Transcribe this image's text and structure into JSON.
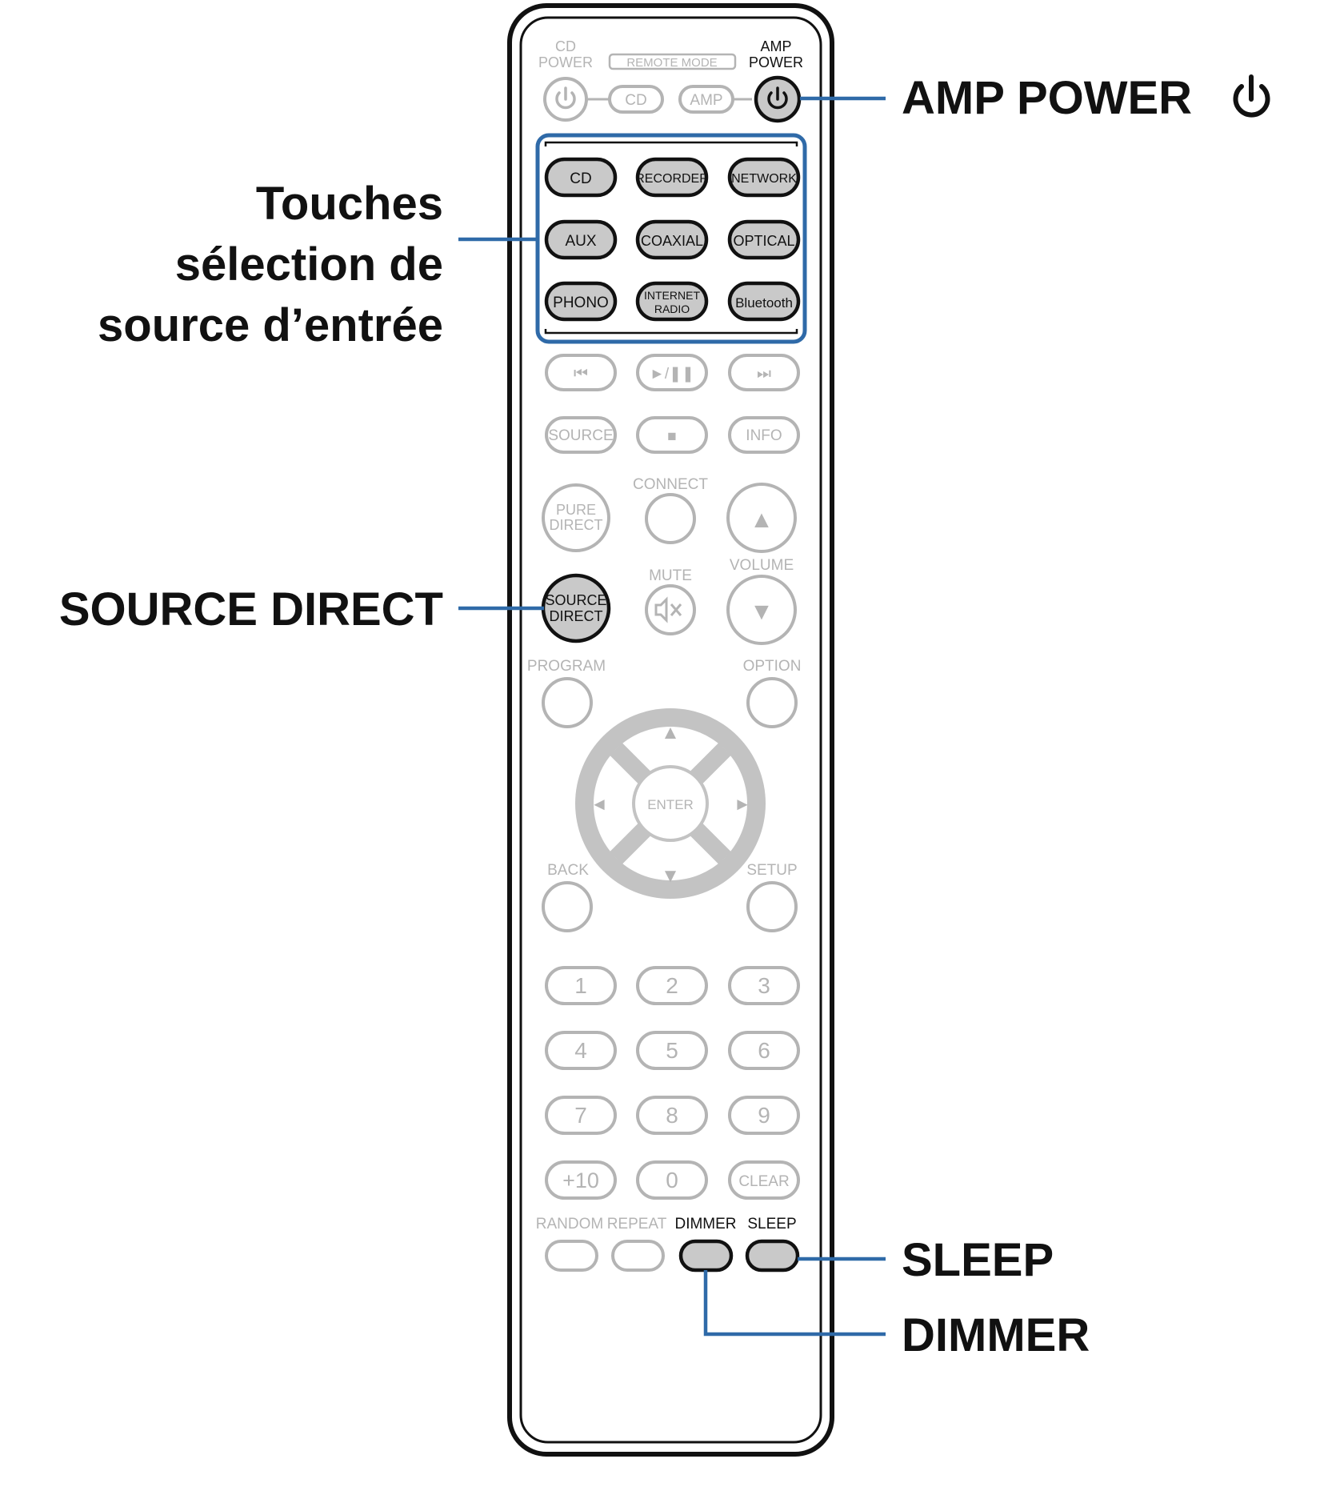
{
  "callouts": {
    "amp_power": "AMP POWER",
    "input_select_line1": "Touches",
    "input_select_line2": "sélection de",
    "input_select_line3": "source d’entrée",
    "source_direct": "SOURCE DIRECT",
    "sleep": "SLEEP",
    "dimmer": "DIMMER"
  },
  "remote": {
    "cd_power_line1": "CD",
    "cd_power_line2": "POWER",
    "remote_mode": "REMOTE MODE",
    "mode_cd": "CD",
    "mode_amp": "AMP",
    "amp_power_line1": "AMP",
    "amp_power_line2": "POWER",
    "inputs": {
      "cd": "CD",
      "recorder": "RECORDER",
      "network": "NETWORK",
      "aux": "AUX",
      "coaxial": "COAXIAL",
      "optical": "OPTICAL",
      "phono": "PHONO",
      "internet_radio_line1": "INTERNET",
      "internet_radio_line2": "RADIO",
      "bluetooth": "Bluetooth"
    },
    "transport": {
      "prev": "⏮",
      "play_pause": "►/❚❚",
      "next": "⏭"
    },
    "source": "SOURCE",
    "stop": "■",
    "info": "INFO",
    "pure_direct_line1": "PURE",
    "pure_direct_line2": "DIRECT",
    "connect": "CONNECT",
    "volume": "VOLUME",
    "volume_up": "▲",
    "volume_down": "▼",
    "mute": "MUTE",
    "source_direct_line1": "SOURCE",
    "source_direct_line2": "DIRECT",
    "program": "PROGRAM",
    "option": "OPTION",
    "enter": "ENTER",
    "back": "BACK",
    "setup": "SETUP",
    "arrow_up": "▲",
    "arrow_down": "▼",
    "arrow_left": "◄",
    "arrow_right": "►",
    "numbers": [
      "1",
      "2",
      "3",
      "4",
      "5",
      "6",
      "7",
      "8",
      "9",
      "+10",
      "0",
      "CLEAR"
    ],
    "random": "RANDOM",
    "repeat": "REPEAT",
    "dimmer": "DIMMER",
    "sleep": "SLEEP"
  },
  "colors": {
    "callout_line": "#2f6aa8",
    "active_button_fill": "#c9c9c9",
    "inactive_outline": "#b4b4b4",
    "body_outline": "#111111"
  }
}
